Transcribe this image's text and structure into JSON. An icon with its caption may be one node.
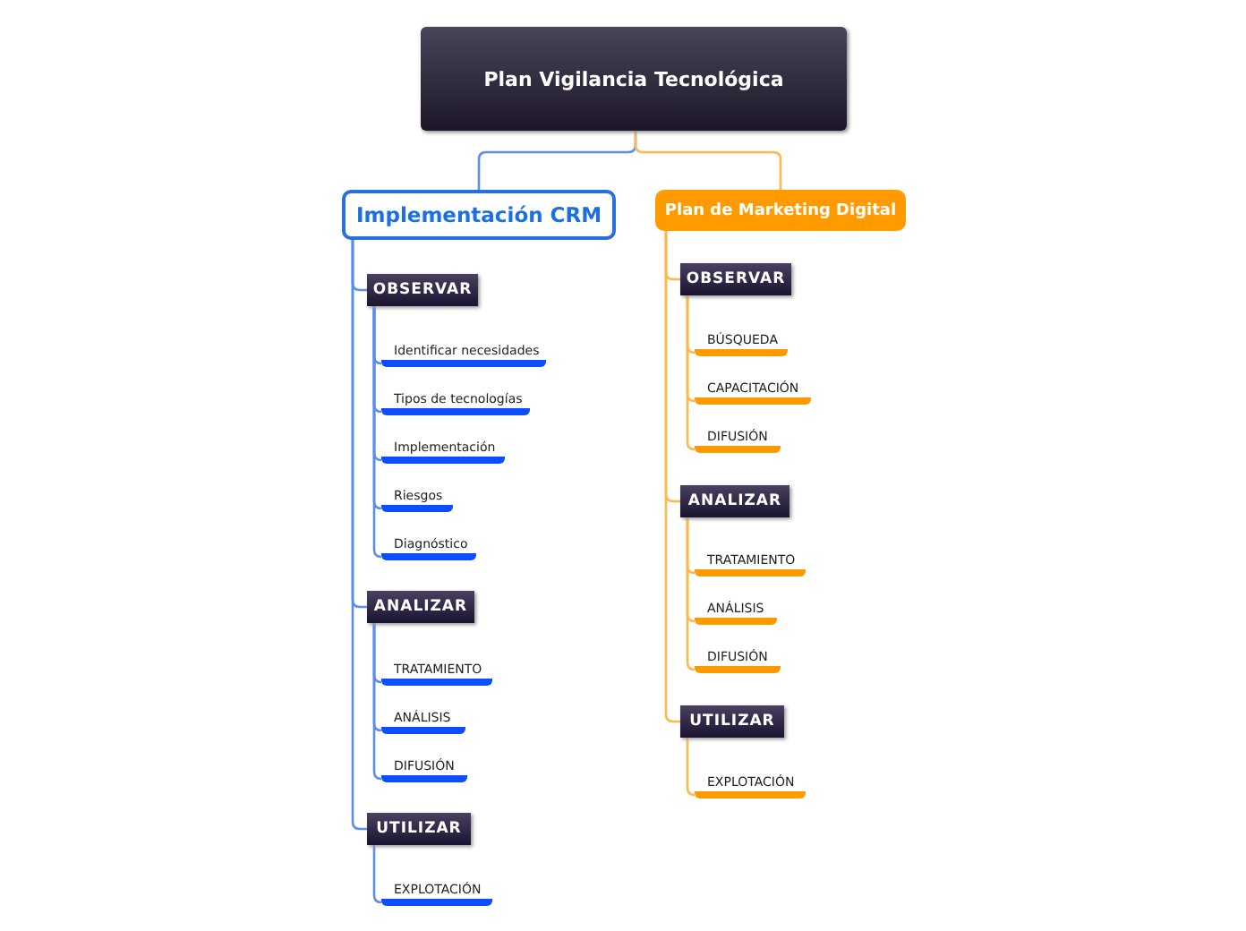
{
  "diagram": {
    "nodes": [
      {
        "text": [
          "Plan Vigilancia Tecnológica"
        ]
      },
      {
        "text": [
          "Implementación CRM"
        ]
      },
      {
        "text": [
          "OBSERVAR"
        ]
      },
      {
        "text": [
          "Identificar necesidades"
        ]
      },
      {
        "text": [
          "Tipos de tecnologías"
        ]
      },
      {
        "text": [
          "Implementación"
        ]
      },
      {
        "text": [
          "Riesgos"
        ]
      },
      {
        "text": [
          "Diagnóstico"
        ]
      },
      {
        "text": [
          "ANALIZAR"
        ]
      },
      {
        "text": [
          "TRATAMIENTO"
        ]
      },
      {
        "text": [
          "ANÁLISIS"
        ]
      },
      {
        "text": [
          "DIFUSIÓN"
        ]
      },
      {
        "text": [
          "UTILIZAR"
        ]
      },
      {
        "text": [
          "EXPLOTACIÓN"
        ]
      },
      {
        "text": [
          "Plan de Marketing Digital"
        ]
      },
      {
        "text": [
          "OBSERVAR"
        ]
      },
      {
        "text": [
          "BÚSQUEDA"
        ]
      },
      {
        "text": [
          "CAPACITACIÓN"
        ]
      },
      {
        "text": [
          "DIFUSIÓN"
        ]
      },
      {
        "text": [
          "ANALIZAR"
        ]
      },
      {
        "text": [
          "TRATAMIENTO"
        ]
      },
      {
        "text": [
          "ANÁLISIS"
        ]
      },
      {
        "text": [
          "DIFUSIÓN"
        ]
      },
      {
        "text": [
          "UTILIZAR"
        ]
      },
      {
        "text": [
          "EXPLOTACIÓN"
        ]
      }
    ],
    "edges": [
      {
        "from": 0,
        "to": 1,
        "arrow": "none"
      },
      {
        "from": 1,
        "to": 2,
        "arrow": "none"
      },
      {
        "from": 2,
        "to": 3,
        "arrow": "none"
      },
      {
        "from": 2,
        "to": 4,
        "arrow": "none"
      },
      {
        "from": 2,
        "to": 5,
        "arrow": "none"
      },
      {
        "from": 2,
        "to": 6,
        "arrow": "none"
      },
      {
        "from": 2,
        "to": 7,
        "arrow": "none"
      },
      {
        "from": 1,
        "to": 8,
        "arrow": "none"
      },
      {
        "from": 8,
        "to": 9,
        "arrow": "none"
      },
      {
        "from": 8,
        "to": 10,
        "arrow": "none"
      },
      {
        "from": 8,
        "to": 11,
        "arrow": "none"
      },
      {
        "from": 1,
        "to": 12,
        "arrow": "none"
      },
      {
        "from": 12,
        "to": 13,
        "arrow": "none"
      },
      {
        "from": 0,
        "to": 14,
        "arrow": "none",
        "color": "#ffb84d"
      },
      {
        "from": 14,
        "to": 15,
        "arrow": "none",
        "color": "#ffb84d"
      },
      {
        "from": 15,
        "to": 16,
        "arrow": "none",
        "color": "#ffb84d"
      },
      {
        "from": 15,
        "to": 17,
        "arrow": "none",
        "color": "#ffb84d"
      },
      {
        "from": 15,
        "to": 18,
        "arrow": "none",
        "color": "#ffb84d"
      },
      {
        "from": 14,
        "to": 19,
        "arrow": "none",
        "color": "#ffb84d"
      },
      {
        "from": 19,
        "to": 20,
        "arrow": "none",
        "color": "#ffb84d"
      },
      {
        "from": 19,
        "to": 21,
        "arrow": "none",
        "color": "#ffb84d"
      },
      {
        "from": 19,
        "to": 22,
        "arrow": "none",
        "color": "#ffb84d"
      },
      {
        "from": 14,
        "to": 23,
        "arrow": "none",
        "color": "#ffb84d"
      },
      {
        "from": 23,
        "to": 24,
        "arrow": "none",
        "color": "#ffb84d"
      }
    ]
  }
}
